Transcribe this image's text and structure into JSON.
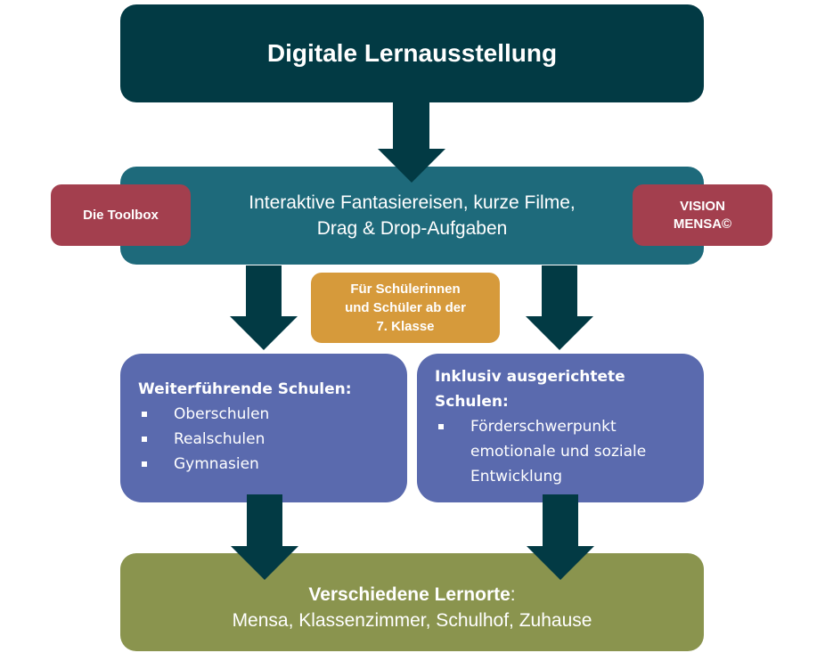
{
  "title": "Digitale Lernausstellung",
  "content_types": [
    "Interaktive Fantasiereisen, kurze Filme,",
    "Drag & Drop-Aufgaben"
  ],
  "side_left": "Die Toolbox",
  "side_right": [
    "VISION",
    "MENSA©"
  ],
  "audience": [
    "Für Schülerinnen",
    "und Schüler ab der",
    "7. Klasse"
  ],
  "schools_left": {
    "title": "Weiterführende Schulen:",
    "items": [
      "Oberschulen",
      "Realschulen",
      "Gymnasien"
    ]
  },
  "schools_right": {
    "title": [
      "Inklusiv ausgerichtete",
      "Schulen:"
    ],
    "items": [
      "Förderschwerpunkt emotionale und soziale Entwicklung"
    ]
  },
  "locations": {
    "title": "Verschiedene Lernorte",
    "suffix": ":",
    "list": "Mensa, Klassenzimmer, Schulhof, Zuhause"
  },
  "colors": {
    "dark": "#023a44",
    "teal": "#1e6a7b",
    "red": "#a33f4e",
    "orange": "#d69a3b",
    "purple": "#5a6aae",
    "green": "#8a944e"
  }
}
